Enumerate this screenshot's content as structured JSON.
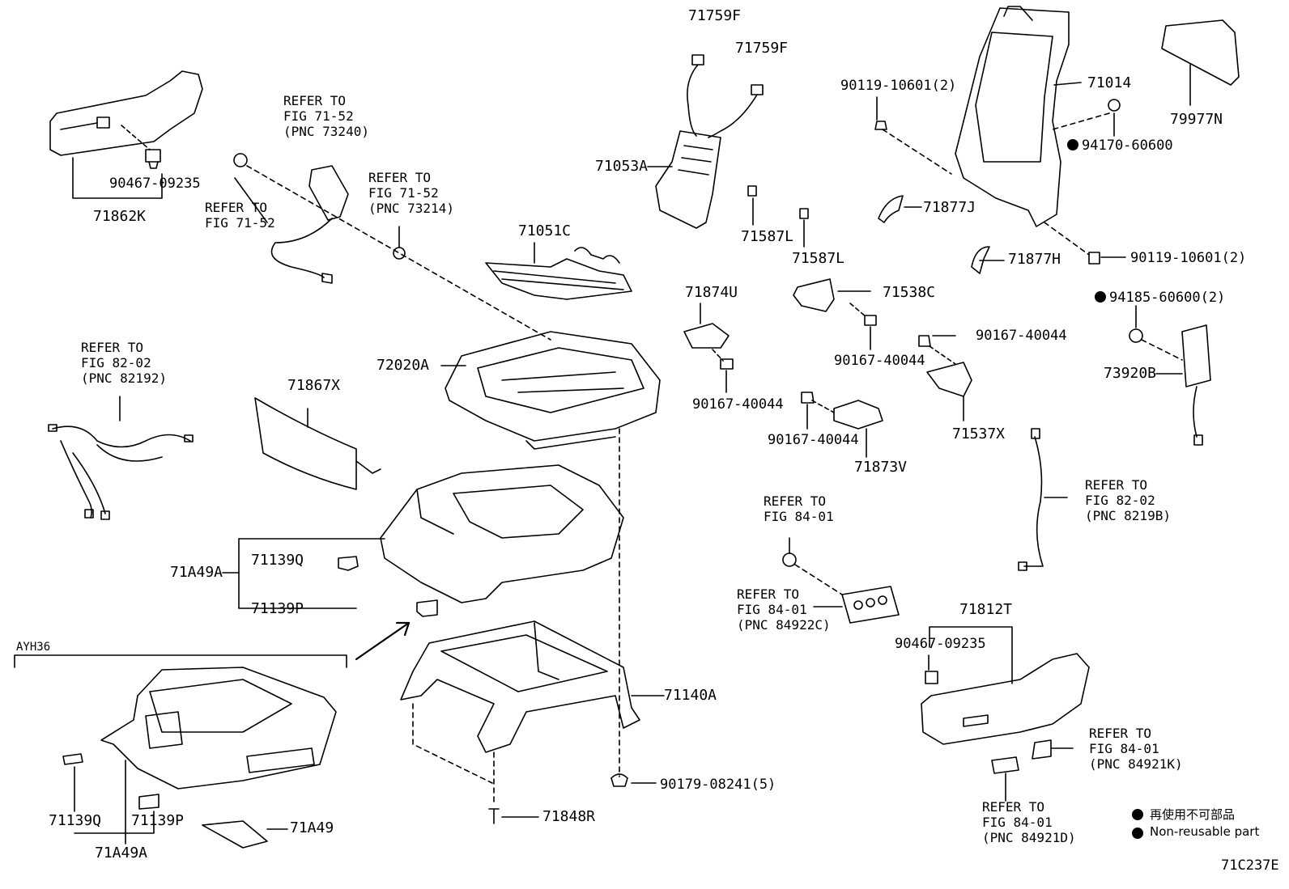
{
  "labels": {
    "p71759F_a": "71759F",
    "p71759F_b": "71759F",
    "p71053A": "71053A",
    "p71014": "71014",
    "p79977N": "79977N",
    "p90119_top": "90119-10601(2)",
    "p94170": "94170-60600",
    "p71862K": "71862K",
    "p90467_top": "90467-09235",
    "p71877J": "71877J",
    "p71587L_a": "71587L",
    "p71587L_b": "71587L",
    "p71051C": "71051C",
    "p71877H": "71877H",
    "p90119_bot": "90119-10601(2)",
    "p94185": "94185-60600(2)",
    "p71874U": "71874U",
    "p71538C": "71538C",
    "p90167_a": "90167-40044",
    "p90167_b": "90167-40044",
    "p90167_c": "90167-40044",
    "p90167_d": "90167-40044",
    "p72020A": "72020A",
    "p73920B": "73920B",
    "p71867X": "71867X",
    "p71537X": "71537X",
    "p71873V": "71873V",
    "p71A49A_main": "71A49A",
    "p71139Q_main": "71139Q",
    "p71139P_main": "71139P",
    "p71812T": "71812T",
    "p90467_bot": "90467-09235",
    "p71140A": "71140A",
    "p90179": "90179-08241(5)",
    "p71848R": "71848R",
    "p71139Q_sub": "71139Q",
    "p71139P_sub": "71139P",
    "p71A49": "71A49",
    "p71A49A_sub": "71A49A",
    "ayh36": "AYH36",
    "code": "71C237E"
  },
  "refs": {
    "r1": "REFER TO\nFIG 71-52\n(PNC 73240)",
    "r2": "REFER TO\nFIG 71-52",
    "r3": "REFER TO\nFIG 71-52\n(PNC 73214)",
    "r4": "REFER TO\nFIG 82-02\n(PNC 82192)",
    "r5": "REFER TO\nFIG 82-02\n(PNC 8219B)",
    "r6": "REFER TO\nFIG 84-01",
    "r7": "REFER TO\nFIG 84-01\n(PNC 84922C)",
    "r8": "REFER TO\nFIG 84-01\n(PNC 84921K)",
    "r9": "REFER TO\nFIG 84-01\n(PNC 84921D)"
  },
  "legend": {
    "jp": "再使用不可部品",
    "en": "Non-reusable part"
  }
}
